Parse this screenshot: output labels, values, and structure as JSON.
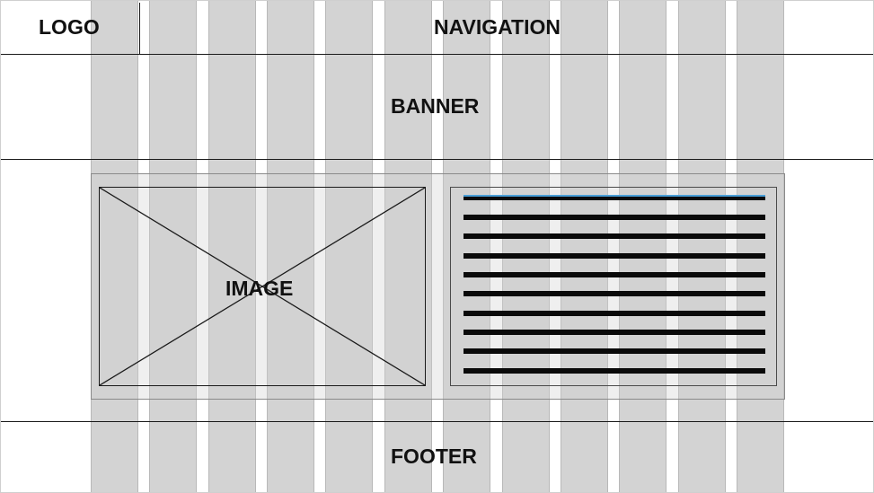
{
  "header": {
    "logo_label": "LOGO",
    "navigation_label": "NAVIGATION"
  },
  "banner": {
    "label": "BANNER"
  },
  "main": {
    "image_label": "IMAGE",
    "text_block": {
      "line_count": 10
    }
  },
  "footer": {
    "label": "FOOTER"
  },
  "grid": {
    "column_count": 12,
    "column_color": "#d3d3d3"
  },
  "colors": {
    "rule": "#1a1a1a",
    "text_line": "#0a0a0a",
    "selection_accent": "#4a9fd8"
  }
}
